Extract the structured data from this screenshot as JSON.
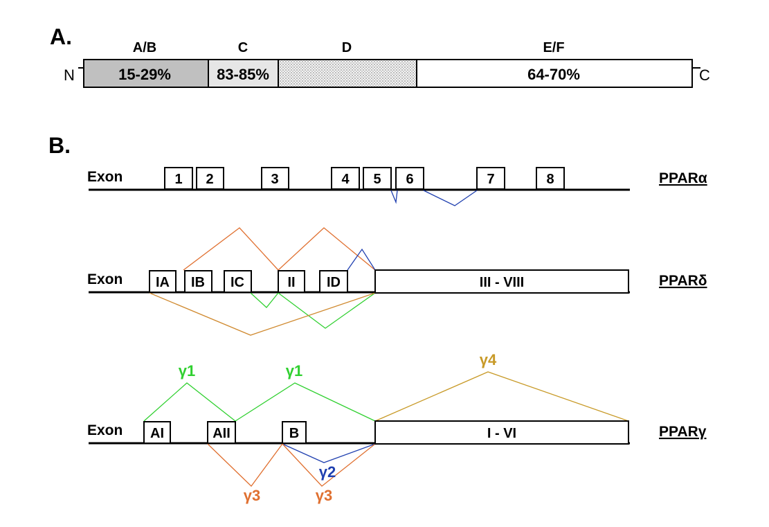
{
  "panel_a": {
    "label": "A.",
    "n_terminus": "N",
    "c_terminus": "C",
    "domains": [
      {
        "name": "A/B",
        "value": "15-29%"
      },
      {
        "name": "C",
        "value": "83-85%"
      },
      {
        "name": "D",
        "value": ""
      },
      {
        "name": "E/F",
        "value": "64-70%"
      }
    ]
  },
  "panel_b": {
    "label": "B.",
    "alpha": {
      "exon_label": "Exon",
      "gene_label": "PPARα",
      "exons": [
        "1",
        "2",
        "3",
        "4",
        "5",
        "6",
        "7",
        "8"
      ]
    },
    "delta": {
      "exon_label": "Exon",
      "gene_label": "PPARδ",
      "exons": [
        "IA",
        "IB",
        "IC",
        "II",
        "ID"
      ],
      "large_exon": "III - VIII"
    },
    "gamma": {
      "exon_label": "Exon",
      "gene_label": "PPARγ",
      "exons": [
        "AI",
        "AII",
        "B"
      ],
      "large_exon": "I - VI",
      "isoforms": [
        "γ1",
        "γ1",
        "γ4",
        "γ2",
        "γ3",
        "γ3"
      ]
    }
  },
  "colors": {
    "ab_fill": "#c0c0c0",
    "c_fill": "#e6e6e6",
    "orange": "#e07030",
    "green": "#30d030",
    "blue": "#2040b0",
    "gold": "#c89a28",
    "tan": "#d08a30"
  }
}
